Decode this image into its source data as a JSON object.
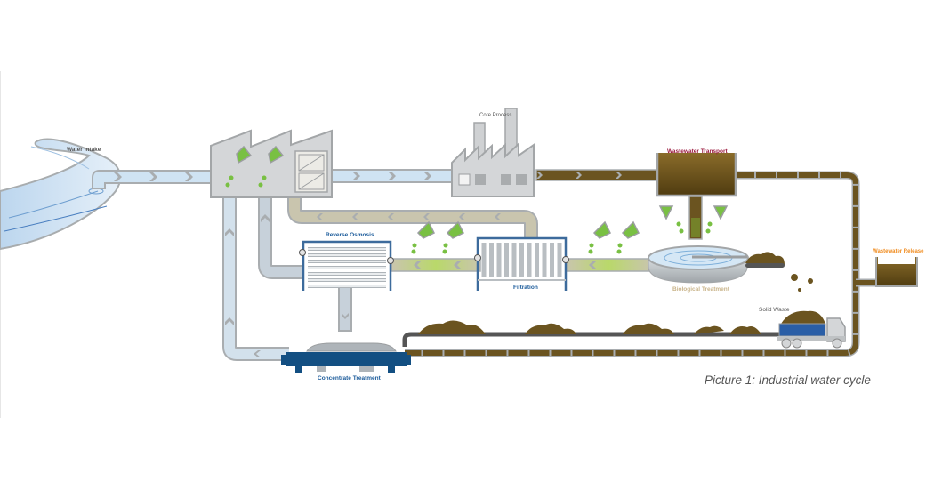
{
  "diagram": {
    "caption": "Picture 1: Industrial water cycle",
    "labels": {
      "water_intake": "Water Intake",
      "core_process": "Core Process",
      "wastewater_transport": "Wastewater Transport",
      "wastewater_release": "Wastewater Release",
      "reverse_osmosis": "Reverse Osmosis",
      "filtration": "Filtration",
      "biological_treatment": "Biological Treatment",
      "solid_waste": "Solid Waste",
      "concentrate_treatment": "Concentrate Treatment"
    },
    "colors": {
      "clean_water": "#cfe3f3",
      "pipe_border": "#a9adb0",
      "wastewater": "#6b5420",
      "recycled_water": "#c9c5ae",
      "chemical_green": "#79c043",
      "membrane_frame": "#3d6b9c",
      "concentrate_unit": "#134f82",
      "label_transport": "#9b1b3f",
      "label_release": "#f08a1c",
      "label_blue": "#1a5a9a",
      "label_bio": "#c9b48a",
      "label_gray": "#555555"
    }
  }
}
